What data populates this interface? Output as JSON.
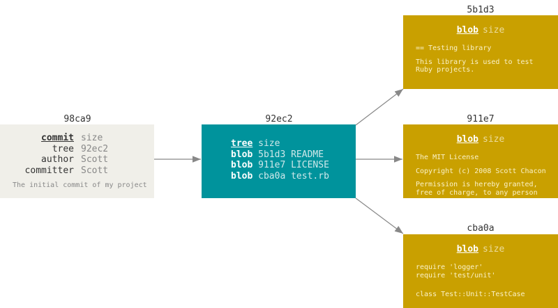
{
  "commit": {
    "id": "98ca9",
    "type": "commit",
    "size": "size",
    "fields": [
      {
        "key": "tree",
        "value": "92ec2"
      },
      {
        "key": "author",
        "value": "Scott"
      },
      {
        "key": "committer",
        "value": "Scott"
      }
    ],
    "message": "The initial commit of my project"
  },
  "tree": {
    "id": "92ec2",
    "type": "tree",
    "size": "size",
    "entries": [
      {
        "type": "blob",
        "hash": "5b1d3",
        "name": "README"
      },
      {
        "type": "blob",
        "hash": "911e7",
        "name": "LICENSE"
      },
      {
        "type": "blob",
        "hash": "cba0a",
        "name": "test.rb"
      }
    ]
  },
  "blobs": [
    {
      "id": "5b1d3",
      "type": "blob",
      "size": "size",
      "lines": [
        "== Testing library",
        "",
        "This library is used to test",
        "Ruby projects."
      ]
    },
    {
      "id": "911e7",
      "type": "blob",
      "size": "size",
      "lines": [
        "The MIT License",
        "",
        "Copyright (c) 2008 Scott Chacon",
        "",
        "Permission is hereby granted,",
        "free of charge, to any person"
      ]
    },
    {
      "id": "cba0a",
      "type": "blob",
      "size": "size",
      "lines": [
        "require 'logger'",
        "require 'test/unit'",
        "",
        "",
        "class Test::Unit::TestCase"
      ]
    }
  ],
  "colors": {
    "commit": "#f0efe9",
    "tree": "#00939c",
    "blob": "#c9a000",
    "arrow": "#888888"
  }
}
